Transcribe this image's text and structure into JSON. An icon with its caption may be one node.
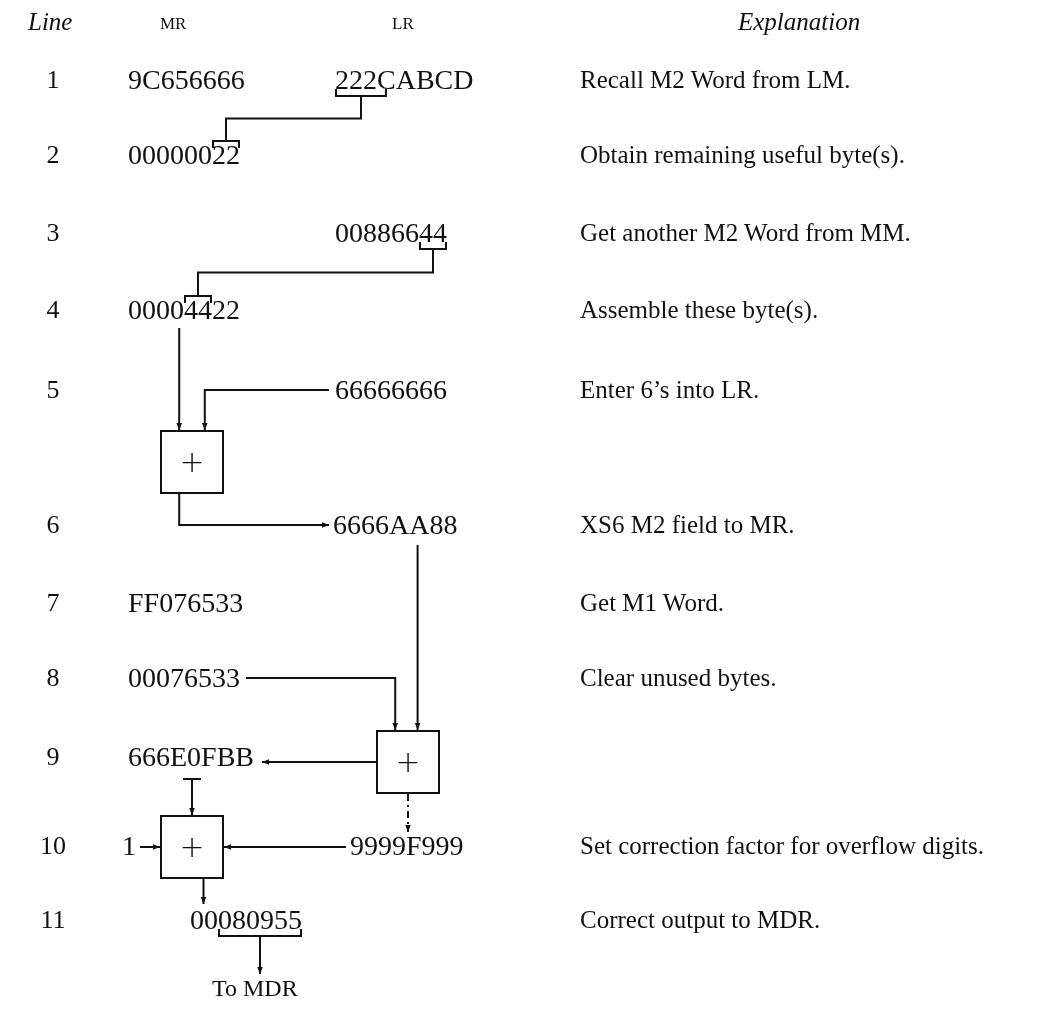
{
  "diagram": {
    "nodes": [
      {
        "text": [
          "222CABCD"
        ]
      },
      {
        "text": [
          "00000022"
        ]
      },
      {
        "text": [
          "00886644"
        ]
      },
      {
        "text": [
          "00004422"
        ]
      },
      {
        "text": [
          "66666666"
        ]
      },
      {
        "text": [
          "+"
        ]
      },
      {
        "text": [
          "6666AA88"
        ]
      },
      {
        "text": [
          "00076533"
        ]
      },
      {
        "text": [
          "+"
        ]
      },
      {
        "text": [
          "666E0FBB"
        ]
      },
      {
        "text": [
          "+"
        ]
      },
      {
        "text": [
          "1"
        ]
      },
      {
        "text": [
          "9999F999"
        ]
      },
      {
        "text": [
          "00080955"
        ]
      },
      {
        "text": [
          "To MDR"
        ]
      }
    ],
    "edges": [
      {
        "from": 0,
        "to": 1,
        "arrow": "none"
      },
      {
        "from": 2,
        "to": 3,
        "arrow": "none"
      },
      {
        "from": 3,
        "to": 5,
        "arrow": "to"
      },
      {
        "from": 4,
        "to": 5,
        "arrow": "to"
      },
      {
        "from": 5,
        "to": 6,
        "arrow": "to"
      },
      {
        "from": 6,
        "to": 8,
        "arrow": "to"
      },
      {
        "from": 7,
        "to": 8,
        "arrow": "to"
      },
      {
        "from": 8,
        "to": 9,
        "arrow": "to"
      },
      {
        "from": 8,
        "to": 12,
        "arrow": "to",
        "style": "dashed"
      },
      {
        "from": 9,
        "to": 10,
        "arrow": "to"
      },
      {
        "from": 11,
        "to": 10,
        "arrow": "to"
      },
      {
        "from": 12,
        "to": 10,
        "arrow": "to"
      },
      {
        "from": 10,
        "to": 13,
        "arrow": "to"
      },
      {
        "from": 13,
        "to": 14,
        "arrow": "to"
      }
    ],
    "labels": [
      "Line",
      "MR",
      "LR",
      "Explanation",
      "1",
      "9C656666",
      "Recall M2 Word from LM.",
      "2",
      "Obtain remaining useful byte(s).",
      "3",
      "Get another M2 Word from MM.",
      "4",
      "Assemble these byte(s).",
      "5",
      "Enter 6’s into LR.",
      "6",
      "XS6 M2 field to MR.",
      "7",
      "FF076533",
      "Get M1 Word.",
      "8",
      "Clear unused bytes.",
      "9",
      "10",
      "Set correction factor for overflow digits.",
      "11",
      "Correct output to MDR."
    ]
  }
}
